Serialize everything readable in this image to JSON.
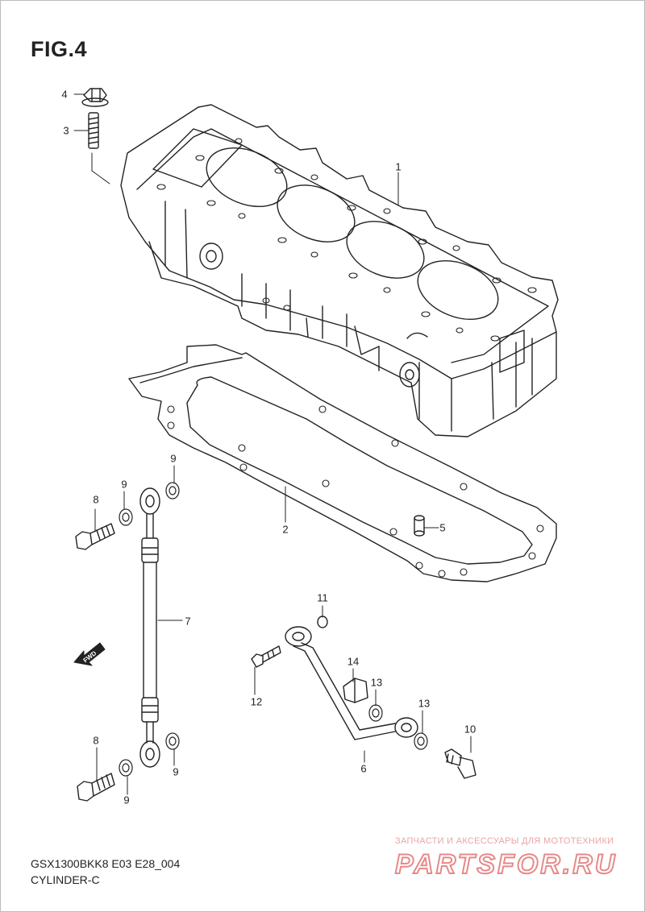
{
  "figure": {
    "title": "FIG.4",
    "model_code": "GSX1300BKK8 E03 E28_004",
    "section_name": "CYLINDER-C"
  },
  "callouts": [
    {
      "id": "c1",
      "text": "1"
    },
    {
      "id": "c2",
      "text": "2"
    },
    {
      "id": "c3",
      "text": "3"
    },
    {
      "id": "c4",
      "text": "4"
    },
    {
      "id": "c5",
      "text": "5"
    },
    {
      "id": "c6",
      "text": "6"
    },
    {
      "id": "c7",
      "text": "7"
    },
    {
      "id": "c8a",
      "text": "8"
    },
    {
      "id": "c8b",
      "text": "8"
    },
    {
      "id": "c9a",
      "text": "9"
    },
    {
      "id": "c9b",
      "text": "9"
    },
    {
      "id": "c9c",
      "text": "9"
    },
    {
      "id": "c9d",
      "text": "9"
    },
    {
      "id": "c10",
      "text": "10"
    },
    {
      "id": "c11",
      "text": "11"
    },
    {
      "id": "c12",
      "text": "12"
    },
    {
      "id": "c13a",
      "text": "13"
    },
    {
      "id": "c13b",
      "text": "13"
    },
    {
      "id": "c14",
      "text": "14"
    }
  ],
  "fwd_marker": {
    "text": "FWD"
  },
  "watermark": {
    "tagline": "ЗАПЧАСТИ И АКСЕССУАРЫ ДЛЯ МОТОТЕХНИКИ",
    "logo": "PARTSFOR.RU",
    "color": "#d42a2a"
  },
  "colors": {
    "line": "#222222",
    "background": "#ffffff"
  }
}
